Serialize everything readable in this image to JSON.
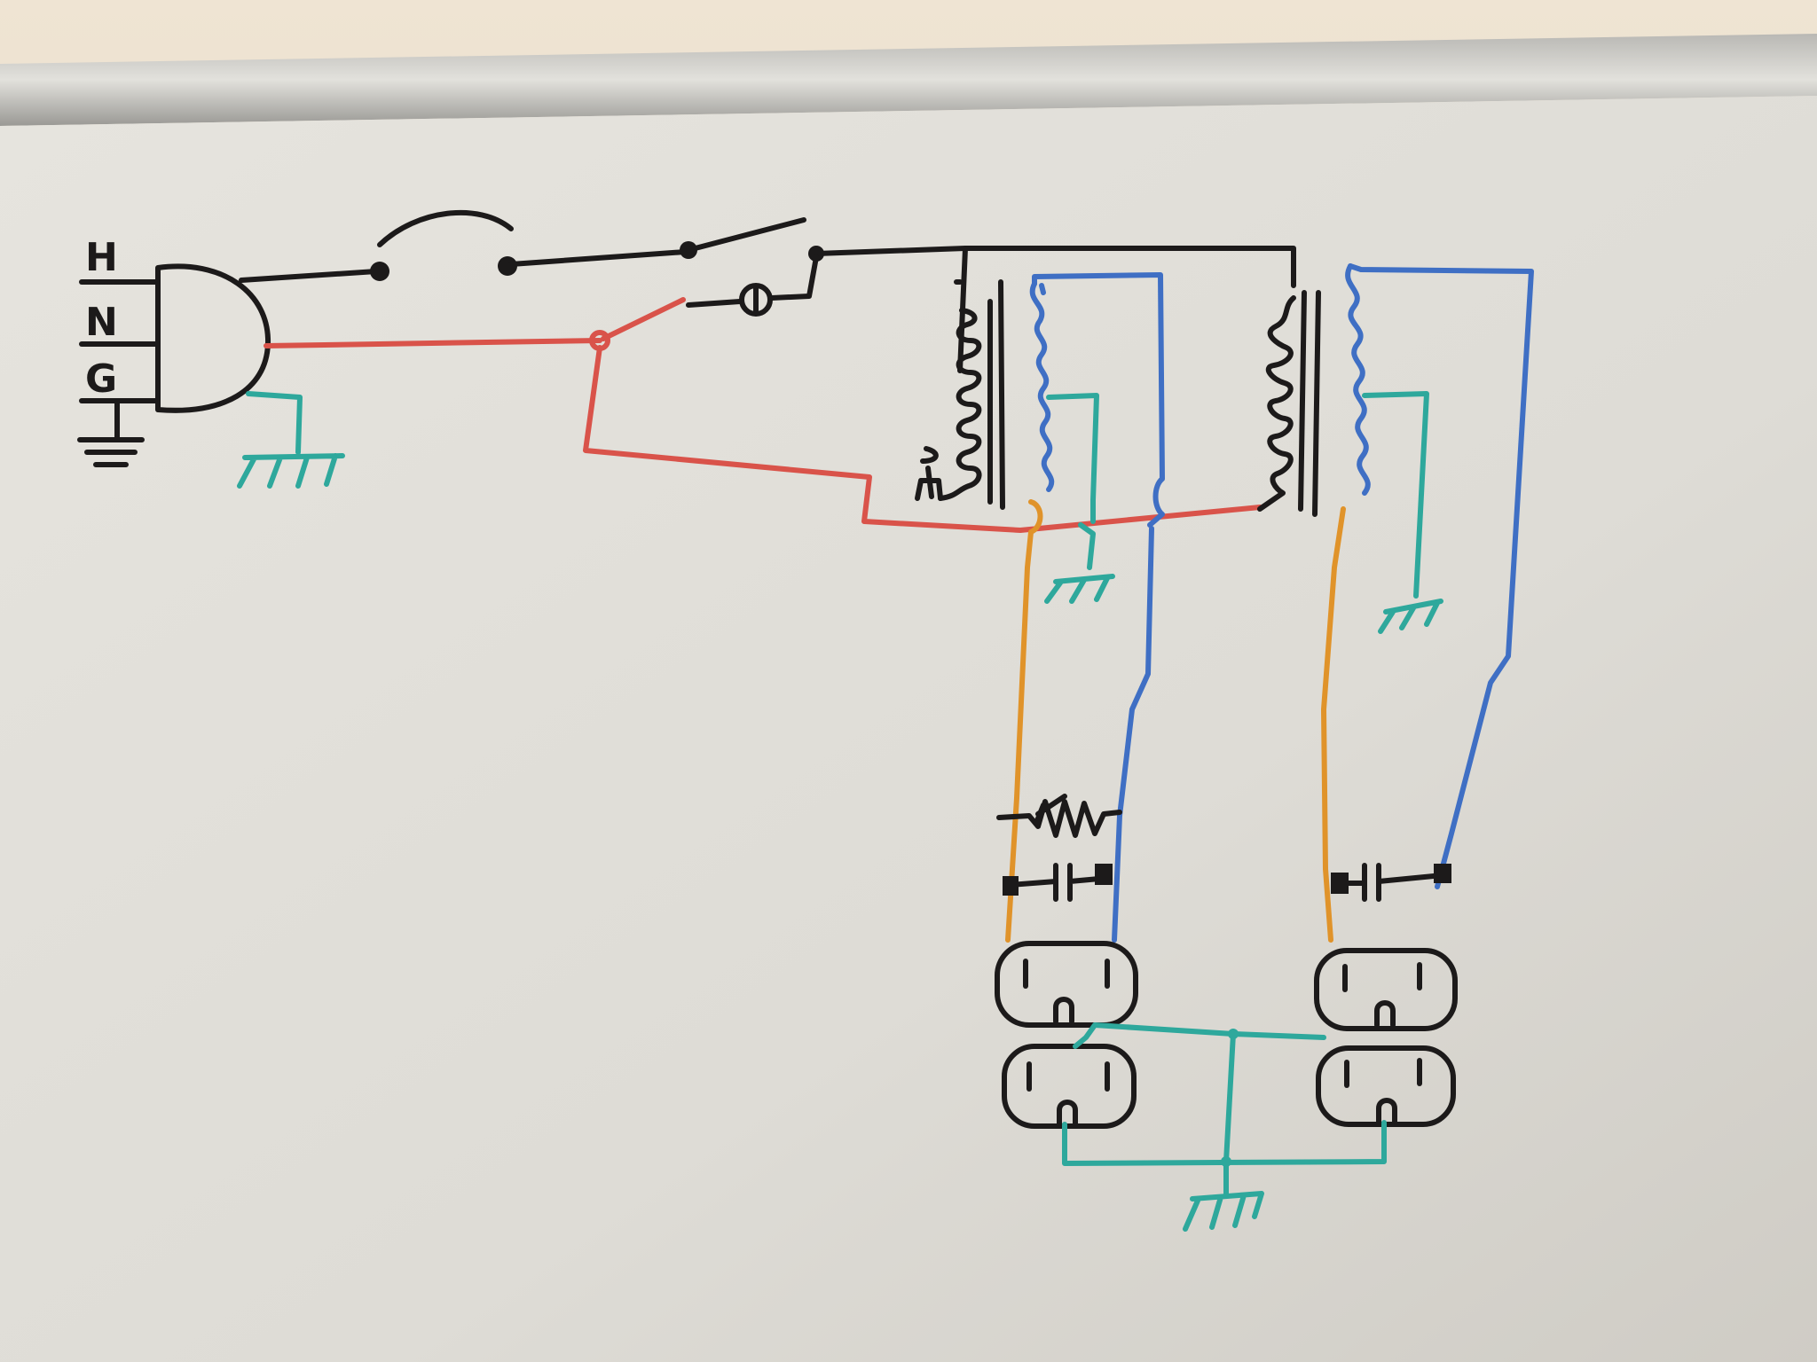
{
  "labels": {
    "hot": "H",
    "neutral": "N",
    "ground": "G"
  },
  "colors": {
    "hot": "#1c1a1a",
    "neutral": "#d9534a",
    "secondary": "#3f6fc4",
    "ground": "#2ea89c",
    "outlet_hot": "#e0932a"
  }
}
